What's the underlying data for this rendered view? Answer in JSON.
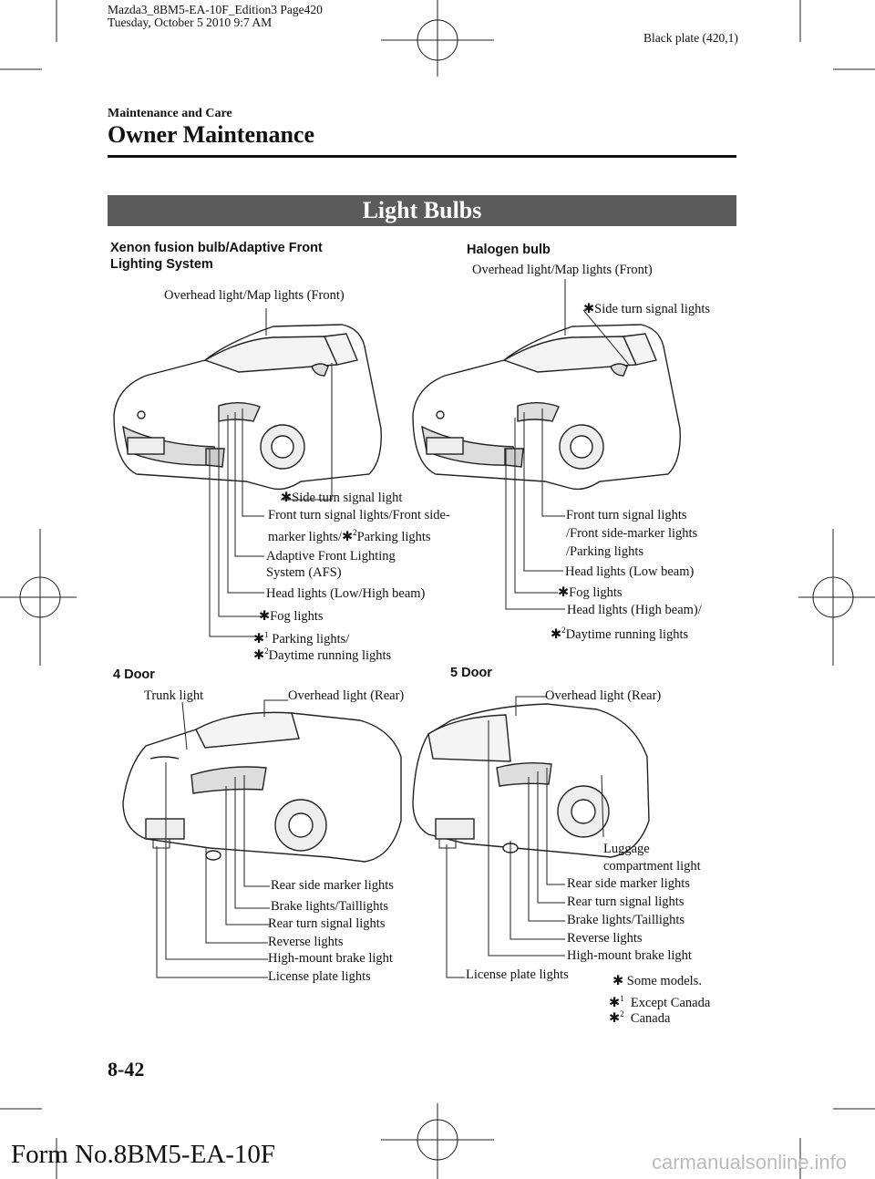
{
  "print_header": {
    "line1": "Mazda3_8BM5-EA-10F_Edition3 Page420",
    "line2": "Tuesday, October 5 2010 9:7 AM",
    "plate": "Black plate (420,1)"
  },
  "section": "Maintenance and Care",
  "page_title": "Owner Maintenance",
  "banner": "Light Bulbs",
  "xenon": {
    "heading_line1": "Xenon fusion bulb/Adaptive Front",
    "heading_line2": "Lighting System",
    "labels": {
      "overhead": "Overhead light/Map lights (Front)",
      "side_turn": "Side turn signal light",
      "front_turn_1": "Front turn signal lights/Front side-",
      "front_turn_2a": "marker lights/",
      "front_turn_2b": "Parking lights",
      "afs_1": "Adaptive Front Lighting",
      "afs_2": "System (AFS)",
      "head": "Head lights (Low/High beam)",
      "fog": "Fog lights",
      "parking": "Parking lights/",
      "drl": "Daytime running lights"
    }
  },
  "halogen": {
    "heading": "Halogen bulb",
    "labels": {
      "overhead": "Overhead light/Map lights (Front)",
      "side_turn": "Side turn signal lights",
      "front_turn_1": "Front turn signal lights",
      "front_turn_2": "/Front side-marker lights",
      "front_turn_3": "/Parking lights",
      "head_low": "Head lights (Low beam)",
      "fog": "Fog lights",
      "head_high": "Head lights (High beam)/",
      "drl": "Daytime running lights"
    }
  },
  "four_door": {
    "heading": "4 Door",
    "labels": {
      "trunk": "Trunk light",
      "overhead_rear": "Overhead light (Rear)",
      "rear_side_marker": "Rear side marker lights",
      "brake": "Brake lights/Taillights",
      "rear_turn": "Rear turn signal lights",
      "reverse": "Reverse lights",
      "high_mount": "High-mount brake  light",
      "license": "License plate lights"
    }
  },
  "five_door": {
    "heading": "5 Door",
    "labels": {
      "overhead_rear": "Overhead light (Rear)",
      "luggage_1": "Luggage",
      "luggage_2": "compartment light",
      "rear_side_marker": "Rear side marker lights",
      "rear_turn": "Rear turn signal lights",
      "brake": "Brake lights/Taillights",
      "reverse": "Reverse lights",
      "high_mount": "High-mount brake light",
      "license": "License plate lights"
    }
  },
  "footnotes": {
    "star": "✱",
    "some_models": "Some models.",
    "sup1": "1",
    "sup2": "2",
    "except_canada": "Except Canada",
    "canada": "Canada"
  },
  "page_number": "8-42",
  "form_number": "Form No.8BM5-EA-10F",
  "watermark": "carmanualsonline.info",
  "colors": {
    "banner_bg": "#5b5b5b",
    "banner_text": "#ffffff",
    "line_art": "#222222"
  }
}
